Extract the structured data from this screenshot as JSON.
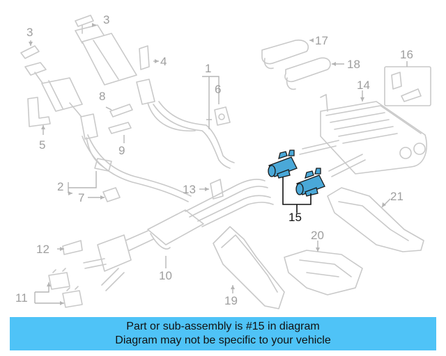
{
  "diagram": {
    "callouts": [
      {
        "id": "c1",
        "text": "1"
      },
      {
        "id": "c2",
        "text": "2"
      },
      {
        "id": "c3a",
        "text": "3"
      },
      {
        "id": "c3b",
        "text": "3"
      },
      {
        "id": "c4",
        "text": "4"
      },
      {
        "id": "c5",
        "text": "5"
      },
      {
        "id": "c6",
        "text": "6"
      },
      {
        "id": "c7",
        "text": "7"
      },
      {
        "id": "c8",
        "text": "8"
      },
      {
        "id": "c9",
        "text": "9"
      },
      {
        "id": "c10",
        "text": "10"
      },
      {
        "id": "c11",
        "text": "11"
      },
      {
        "id": "c12",
        "text": "12"
      },
      {
        "id": "c13",
        "text": "13"
      },
      {
        "id": "c14",
        "text": "14"
      },
      {
        "id": "c15",
        "text": "15"
      },
      {
        "id": "c16",
        "text": "16"
      },
      {
        "id": "c17",
        "text": "17"
      },
      {
        "id": "c18",
        "text": "18"
      },
      {
        "id": "c19",
        "text": "19"
      },
      {
        "id": "c20",
        "text": "20"
      },
      {
        "id": "c21",
        "text": "21"
      }
    ],
    "highlight_part": "15",
    "colors": {
      "highlight": "#4aa8d8",
      "banner": "#4fc3f7",
      "parts": "#c9c9c9"
    }
  },
  "banner": {
    "line1": "Part or sub-assembly is #15 in diagram",
    "line2": "Diagram may not be specific to your vehicle"
  }
}
